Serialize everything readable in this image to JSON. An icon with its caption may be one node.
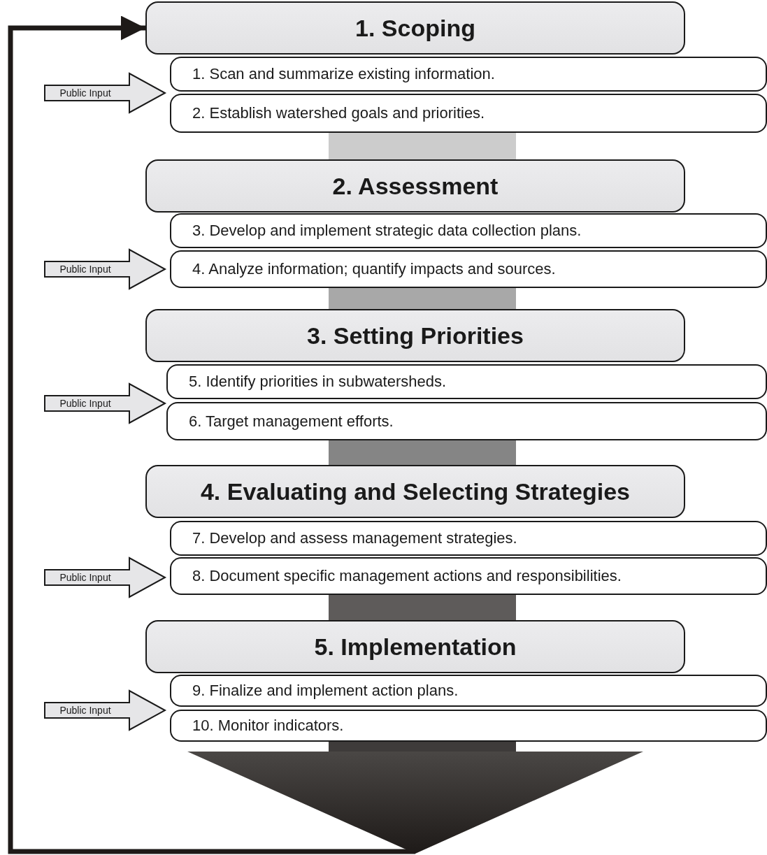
{
  "diagram": {
    "nodes": [
      {
        "text": [
          "1. Scoping"
        ]
      },
      {
        "text": [
          "1. Scan and summarize existing information."
        ]
      },
      {
        "text": [
          "2. Establish watershed goals and priorities."
        ]
      },
      {
        "text": [
          "Public Input"
        ]
      },
      {
        "text": [
          "2. Assessment"
        ]
      },
      {
        "text": [
          "3. Develop and implement strategic data collection plans."
        ]
      },
      {
        "text": [
          "4. Analyze information; quantify impacts and sources."
        ]
      },
      {
        "text": [
          "Public Input"
        ]
      },
      {
        "text": [
          "3. Setting Priorities"
        ]
      },
      {
        "text": [
          "5. Identify priorities in subwatersheds."
        ]
      },
      {
        "text": [
          "6. Target management efforts."
        ]
      },
      {
        "text": [
          "Public Input"
        ]
      },
      {
        "text": [
          "4. Evaluating and Selecting Strategies"
        ]
      },
      {
        "text": [
          "7. Develop and assess management strategies."
        ]
      },
      {
        "text": [
          "8. Document specific management actions and responsibilities."
        ]
      },
      {
        "text": [
          "Public Input"
        ]
      },
      {
        "text": [
          "5. Implementation"
        ]
      },
      {
        "text": [
          "9. Finalize and implement action plans."
        ]
      },
      {
        "text": [
          "10. Monitor indicators."
        ]
      },
      {
        "text": [
          "Public Input"
        ]
      },
      {
        "text": [],
        "shape": "triangle"
      }
    ],
    "edges": [
      {
        "from": 2,
        "to": 4,
        "arrow": "none",
        "color": "#cccccc"
      },
      {
        "from": 6,
        "to": 8,
        "arrow": "none",
        "color": "#a8a8a8"
      },
      {
        "from": 10,
        "to": 12,
        "arrow": "none",
        "color": "#858585"
      },
      {
        "from": 14,
        "to": 16,
        "arrow": "none",
        "color": "#5e5b5a"
      },
      {
        "from": 18,
        "to": 20,
        "arrow": "none",
        "color": "#3e3b3a"
      },
      {
        "from": 20,
        "to": 0,
        "arrow": "to",
        "color": "#1e1a18"
      }
    ]
  }
}
